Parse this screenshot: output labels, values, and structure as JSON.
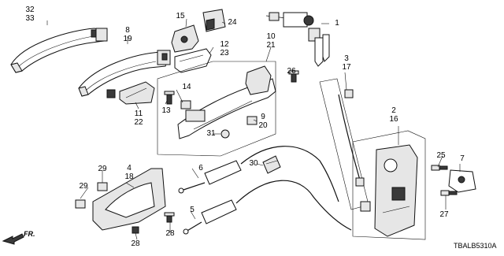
{
  "callouts": {
    "n32": "32",
    "n33": "33",
    "n8": "8",
    "n19": "19",
    "n15": "15",
    "n24": "24",
    "n1": "1",
    "n12": "12",
    "n23": "23",
    "n10": "10",
    "n21": "21",
    "n26": "26",
    "n3": "3",
    "n17": "17",
    "n14": "14",
    "n13": "13",
    "n11": "11",
    "n22": "22",
    "n9": "9",
    "n20": "20",
    "n31": "31",
    "n2": "2",
    "n16": "16",
    "n25": "25",
    "n7": "7",
    "n6": "6",
    "n30": "30",
    "n29a": "29",
    "n4": "4",
    "n18": "18",
    "n29b": "29",
    "n5": "5",
    "n28a": "28",
    "n28b": "28",
    "n27": "27"
  },
  "diagram_code": "TBALB5310A",
  "direction_label": "FR."
}
